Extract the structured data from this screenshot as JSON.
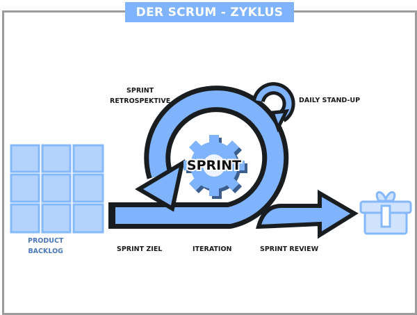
{
  "title": "DER SCRUM - ZYKLUS",
  "center_label": "SPRINT",
  "labels": {
    "product_backlog_line1": "PRODUCT",
    "product_backlog_line2": "BACKLOG",
    "sprint_retro_line1": "SPRINT",
    "sprint_retro_line2": "RETROSPEKTIVE",
    "daily_standup": "DAILY STAND-UP",
    "sprint_ziel": "SPRINT ZIEL",
    "iteration": "ITERATION",
    "sprint_review": "SPRINT REVIEW"
  },
  "colors": {
    "accent": "#7fb3fb",
    "light_blue": "#b3d3fd",
    "outline": "#1a1d20",
    "frame": "#9c9c9c",
    "backlog_text": "#4a78b8"
  },
  "icons": {
    "backlog": "grid-icon",
    "gear": "gear-icon",
    "result": "gift-icon"
  }
}
